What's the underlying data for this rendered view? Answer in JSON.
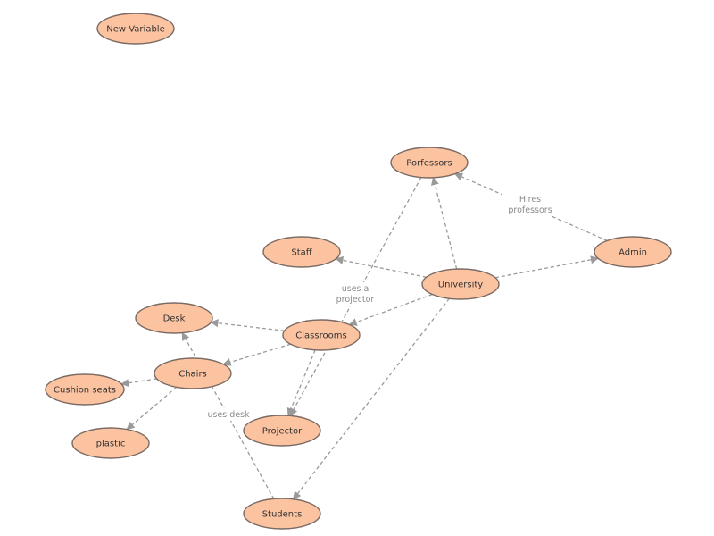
{
  "colors": {
    "node_fill": "#fcc3a0",
    "node_stroke": "#7a6a63",
    "edge": "#9a9a9a",
    "edge_label": "#8a8a8a"
  },
  "nodes": {
    "new_variable": "New Variable",
    "professors": "Porfessors",
    "staff": "Staff",
    "admin": "Admin",
    "university": "University",
    "desk": "Desk",
    "classrooms": "Classrooms",
    "chairs": "Chairs",
    "cushion_seats": "Cushion seats",
    "projector": "Projector",
    "plastic": "plastic",
    "students": "Students"
  },
  "edges": [
    {
      "from": "university",
      "to": "professors",
      "label": ""
    },
    {
      "from": "admin",
      "to": "professors",
      "label": "Hires professors"
    },
    {
      "from": "university",
      "to": "staff",
      "label": ""
    },
    {
      "from": "university",
      "to": "admin",
      "label": ""
    },
    {
      "from": "university",
      "to": "classrooms",
      "label": ""
    },
    {
      "from": "university",
      "to": "students",
      "label": ""
    },
    {
      "from": "professors",
      "to": "projector",
      "label": "uses a projector"
    },
    {
      "from": "classrooms",
      "to": "desk",
      "label": ""
    },
    {
      "from": "classrooms",
      "to": "chairs",
      "label": ""
    },
    {
      "from": "classrooms",
      "to": "projector",
      "label": ""
    },
    {
      "from": "chairs",
      "to": "cushion_seats",
      "label": ""
    },
    {
      "from": "chairs",
      "to": "plastic",
      "label": ""
    },
    {
      "from": "students",
      "to": "desk",
      "label": "uses desk"
    }
  ]
}
